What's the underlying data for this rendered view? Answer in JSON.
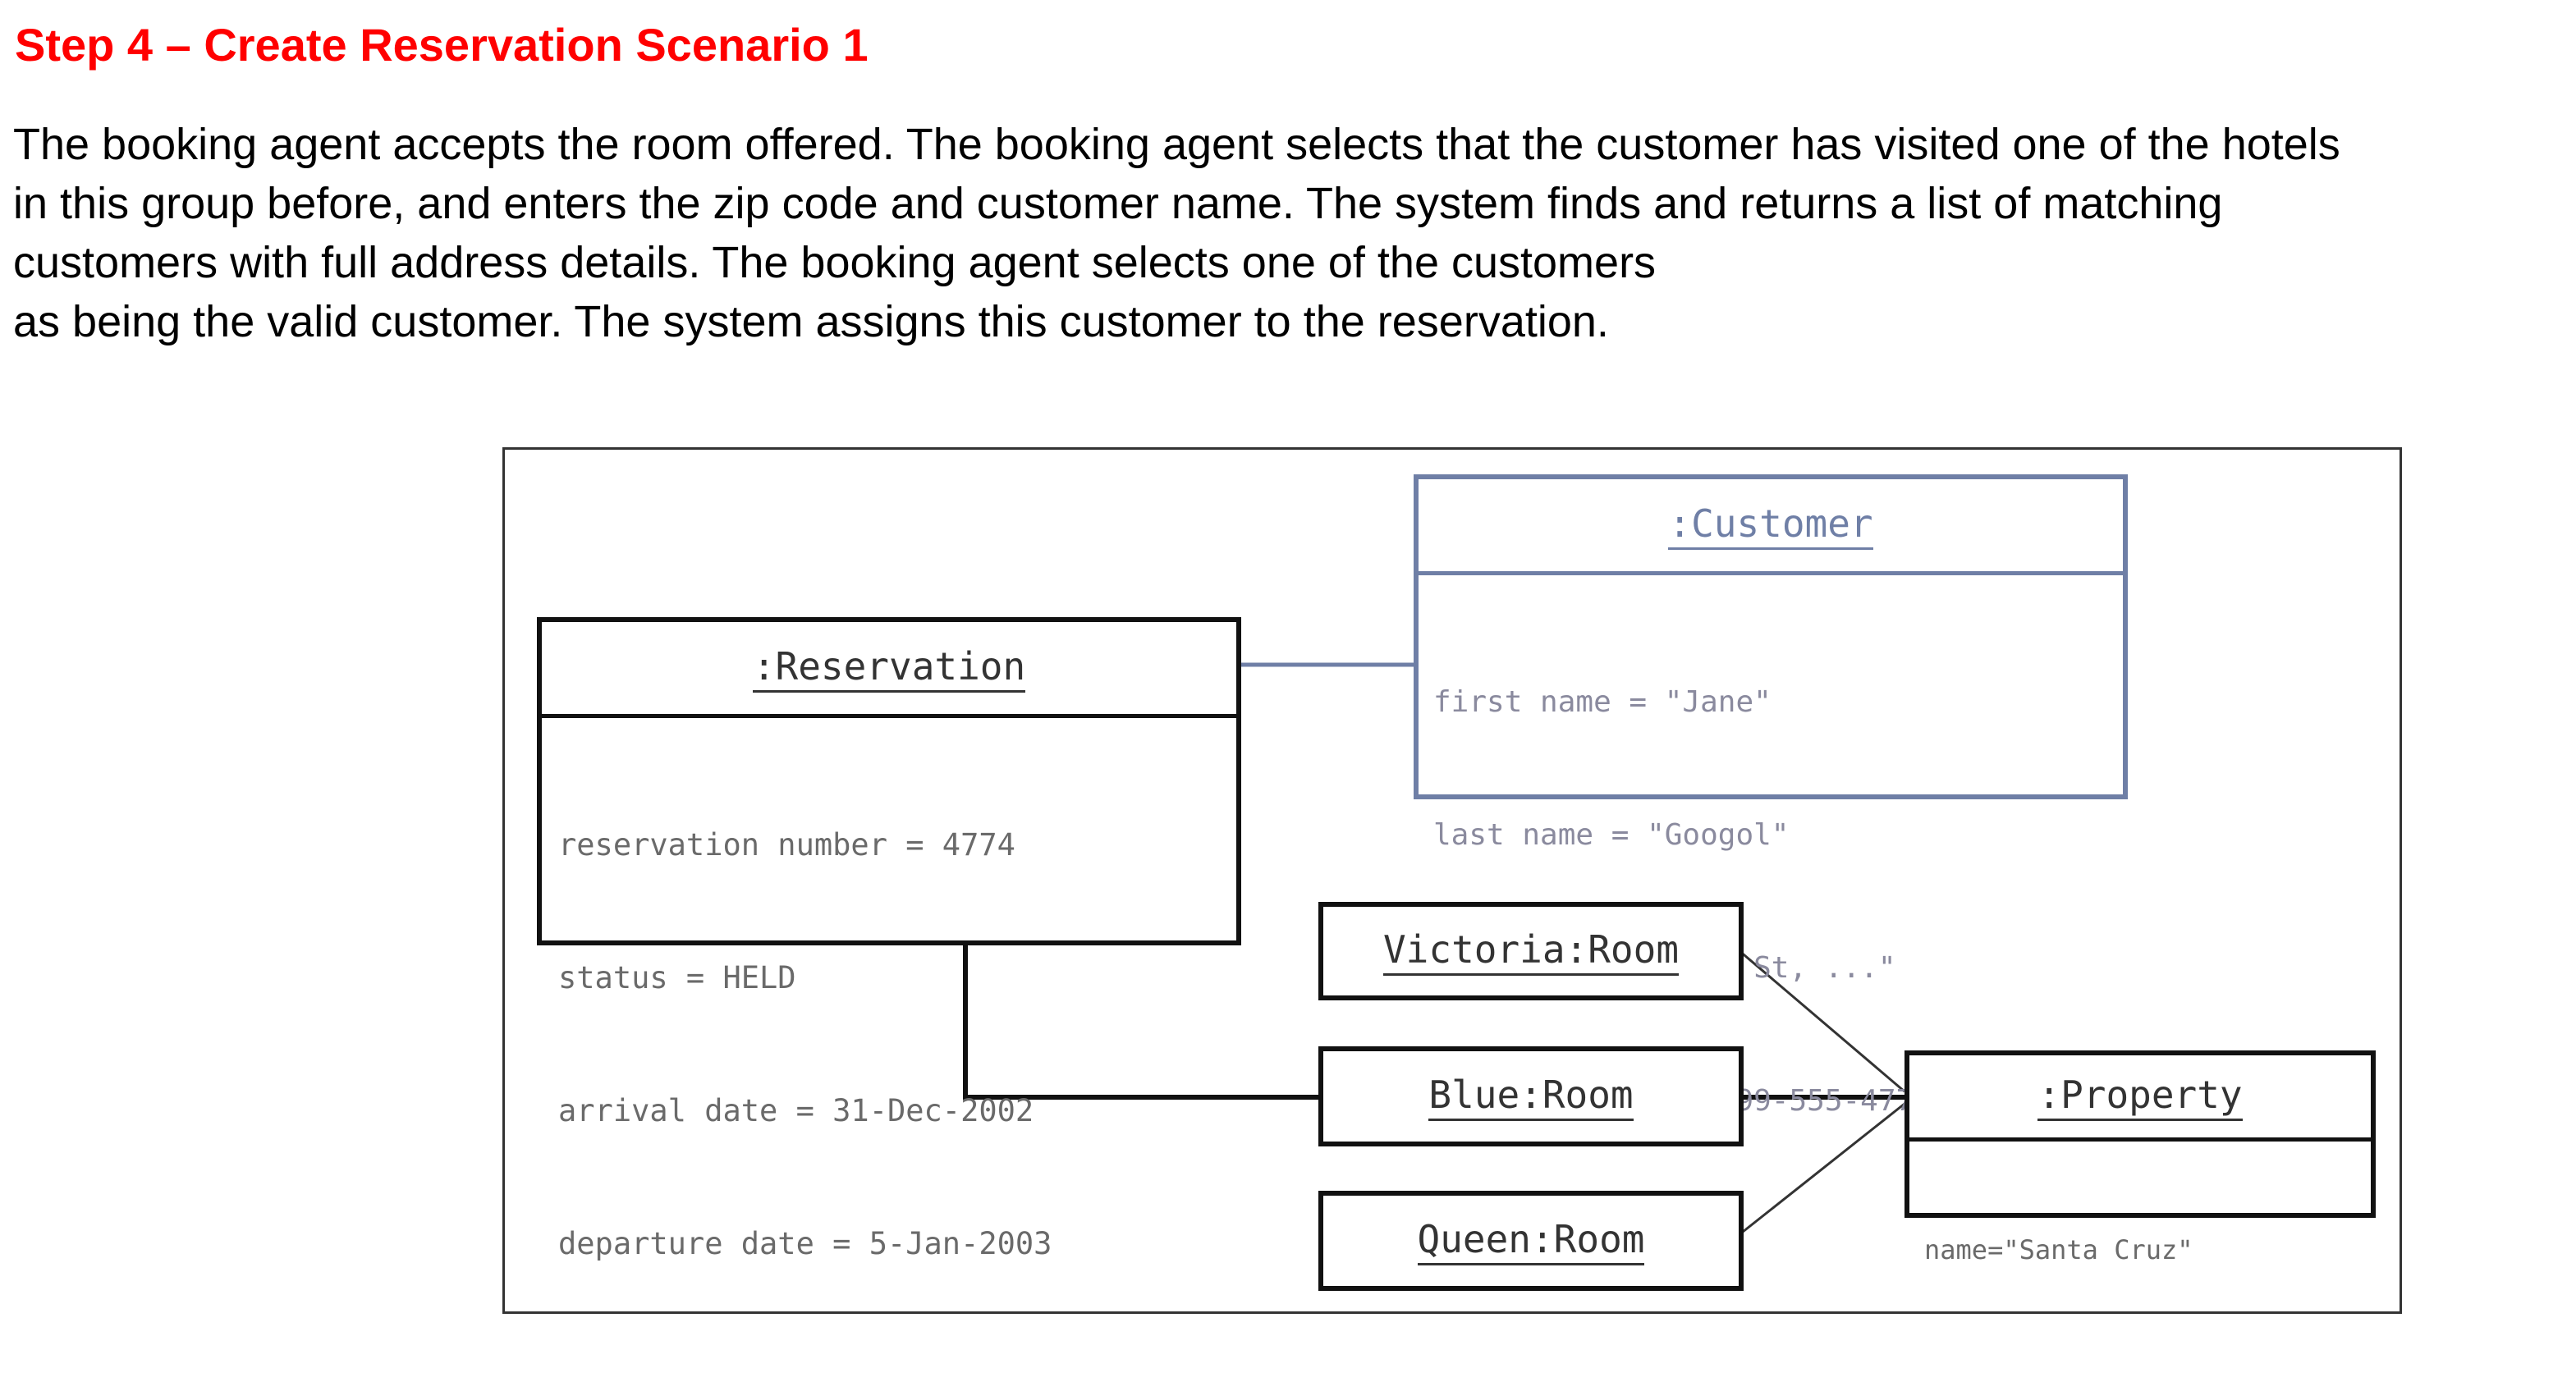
{
  "heading": "Step 4 – Create Reservation Scenario 1",
  "paragraph": [
    "The booking agent accepts the room offered. The booking agent selects that the customer has visited one of the hotels",
    "in this group before, and enters the zip code and customer name. The system finds and returns a list of matching",
    "customers with full address details. The booking agent selects one of the customers",
    "as being the valid customer. The system assigns this customer to the reservation."
  ],
  "diagram": {
    "customer": {
      "name": ":Customer",
      "attributes": [
        "first name = \"Jane\"",
        "last name = \"Googol\"",
        "address = \"2 Main St, ...\"",
        "phone number = \"999-555-4774\""
      ]
    },
    "reservation": {
      "name": ":Reservation",
      "attributes": [
        "reservation number = 4774",
        "status = HELD",
        "arrival date = 31-Dec-2002",
        "departure date = 5-Jan-2003"
      ]
    },
    "rooms": [
      {
        "name": "Victoria:Room"
      },
      {
        "name": "Blue:Room"
      },
      {
        "name": "Queen:Room"
      }
    ],
    "property": {
      "name": ":Property",
      "attributes": [
        "name=\"Santa Cruz\""
      ]
    },
    "colors": {
      "customer_border": "#6f7fa6",
      "object_border": "#111111",
      "heading": "#ff0000"
    }
  }
}
